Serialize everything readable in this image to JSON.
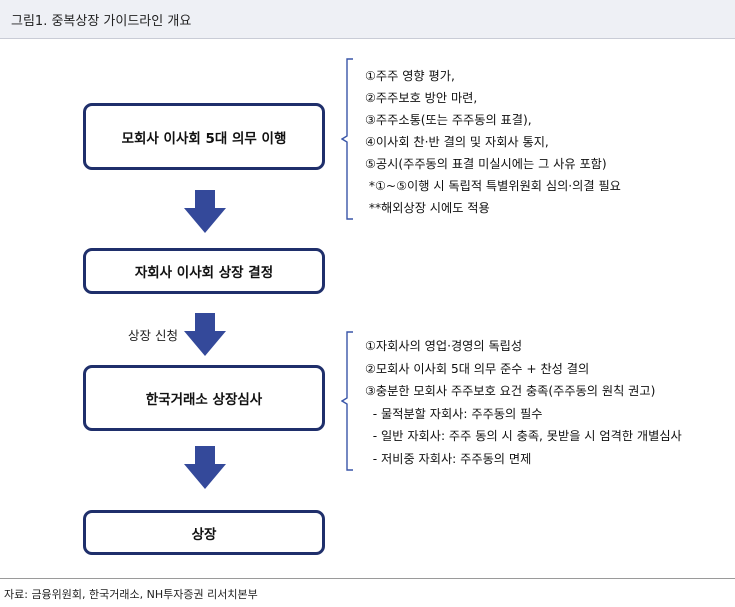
{
  "header": {
    "title": "그림1. 중복상장 가이드라인 개요"
  },
  "flow": {
    "box1": "모회사 이사회 5대 의무 이행",
    "box2": "자회사 이사회 상장 결정",
    "box3": "한국거래소 상장심사",
    "box4": "상장",
    "arrow2_label": "상장 신청"
  },
  "notes_top": [
    "①주주 영향 평가,",
    "②주주보호 방안 마련,",
    "③주주소통(또는 주주동의 표결),",
    "④이사회 찬·반 결의 및 자회사 통지,",
    "⑤공시(주주동의 표결 미실시에는 그 사유 포함)",
    " *①~⑤이행 시 독립적 특별위원회 심의·의결 필요",
    " **해외상장 시에도 적용"
  ],
  "notes_bottom": [
    "①자회사의 영업·경영의 독립성",
    "②모회사 이사회 5대 의무 준수 + 찬성 결의",
    "③충분한 모회사 주주보호 요건 충족(주주동의 원칙 권고)",
    "  - 물적분할 자회사: 주주동의 필수",
    "  - 일반 자회사: 주주 동의 시 충족, 못받을 시 엄격한 개별심사",
    "  - 저비중 자회사: 주주동의 면제"
  ],
  "footer": {
    "source": "자료: 금융위원회, 한국거래소, NH투자증권 리서치본부"
  },
  "colors": {
    "box_border": "#1f2f6b",
    "arrow_fill": "#34499a",
    "bracket": "#3a56a8"
  }
}
